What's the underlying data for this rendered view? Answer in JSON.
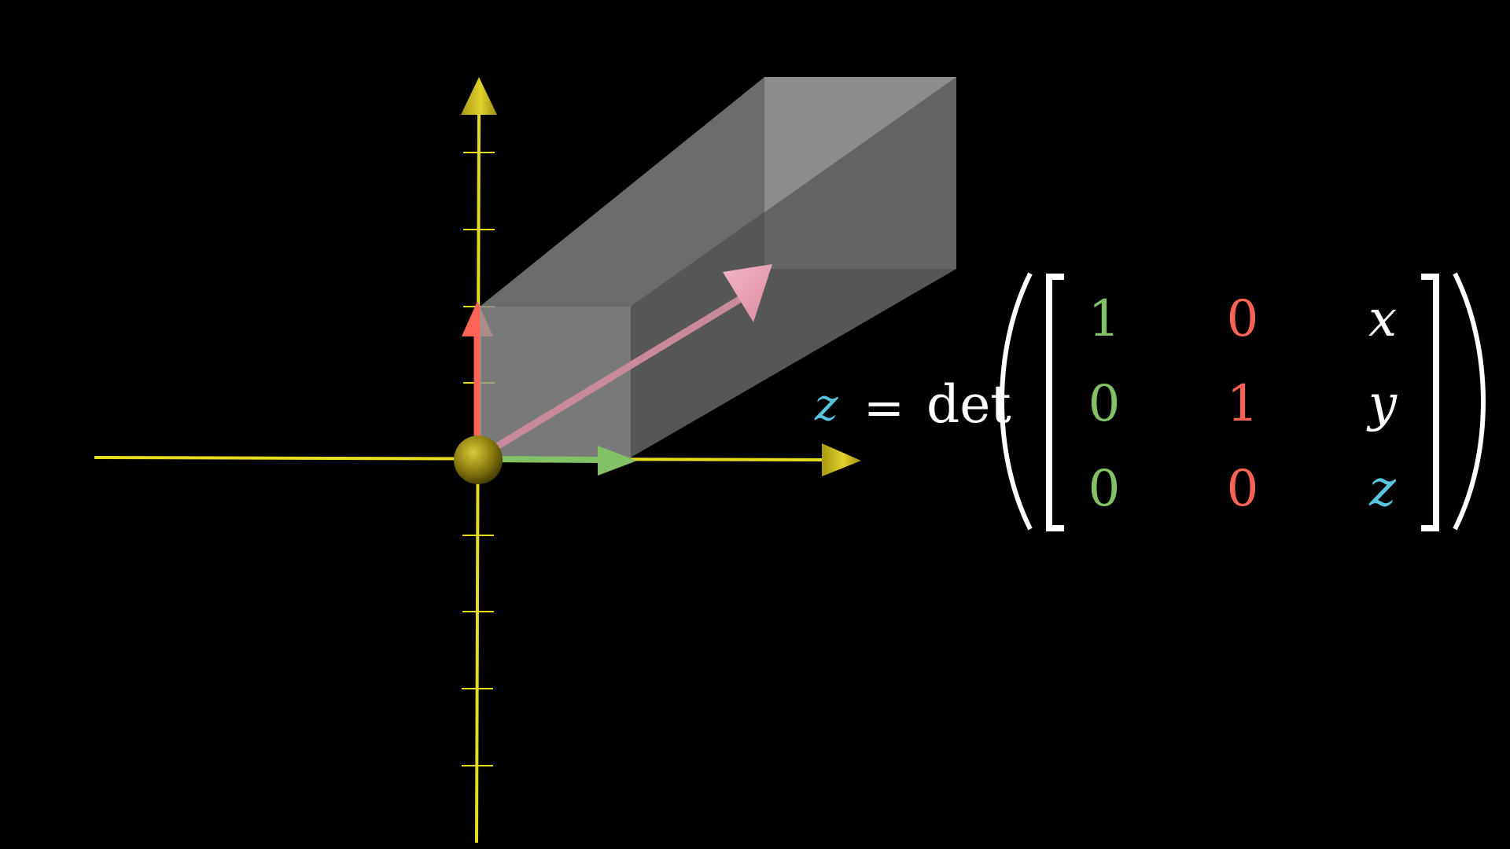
{
  "colors": {
    "background": "#000000",
    "axis": "#e6dc1e",
    "box": "#8e8e8e",
    "i_hat": "#83c167",
    "j_hat": "#fc6255",
    "input_vector": "#f0a0b4",
    "z_var": "#58c4dd",
    "text": "#ffffff"
  },
  "formula": {
    "lhs": "z",
    "equals": "=",
    "operator": "det",
    "matrix": [
      [
        {
          "text": "1",
          "color": "#83c167",
          "italic": false
        },
        {
          "text": "0",
          "color": "#fc6255",
          "italic": false
        },
        {
          "text": "x",
          "color": "#ffffff",
          "italic": true
        }
      ],
      [
        {
          "text": "0",
          "color": "#83c167",
          "italic": false
        },
        {
          "text": "1",
          "color": "#fc6255",
          "italic": false
        },
        {
          "text": "y",
          "color": "#ffffff",
          "italic": true
        }
      ],
      [
        {
          "text": "0",
          "color": "#83c167",
          "italic": false
        },
        {
          "text": "0",
          "color": "#fc6255",
          "italic": false
        },
        {
          "text": "z",
          "color": "#58c4dd",
          "italic": true
        }
      ]
    ]
  }
}
